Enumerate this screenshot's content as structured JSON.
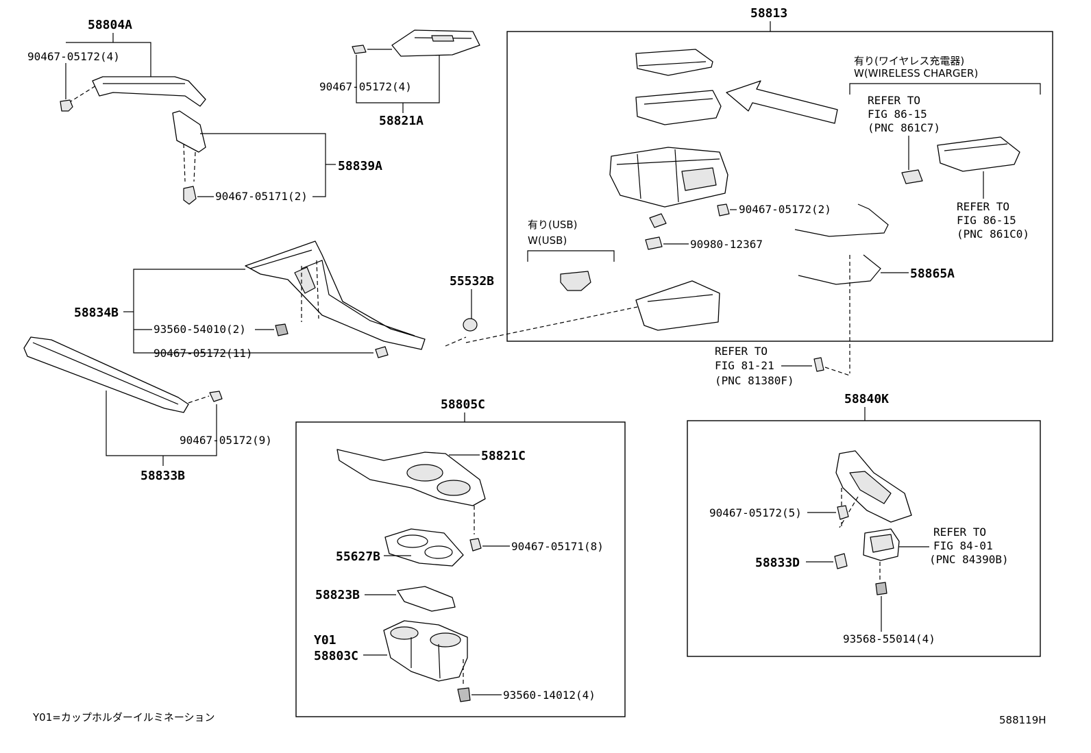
{
  "labels": {
    "p58804A": "58804A",
    "p90467_05172_4a": "90467-05172(4)",
    "p58839A": "58839A",
    "p90467_05171_2": "90467-05171(2)",
    "p90467_05172_4b": "90467-05172(4)",
    "p58821A": "58821A",
    "p58834B": "58834B",
    "p93560_54010_2": "93560-54010(2)",
    "p90467_05172_11": "90467-05172(11)",
    "p55532B": "55532B",
    "p90467_05172_9": "90467-05172(9)",
    "p58833B": "58833B",
    "p58813": "58813",
    "jp_wireless": "有り(ワイヤレス充電器)",
    "en_wireless": "W(WIRELESS CHARGER)",
    "ref_a1": "REFER TO",
    "ref_a2": "FIG 86-15",
    "ref_a3": "(PNC 861C7)",
    "ref_b1": "REFER TO",
    "ref_b2": "FIG 86-15",
    "ref_b3": "(PNC 861C0)",
    "p90467_05172_2": "90467-05172(2)",
    "p90980_12367": "90980-12367",
    "jp_usb": "有り(USB)",
    "en_usb": "W(USB)",
    "p58865A": "58865A",
    "ref_c1": "REFER TO",
    "ref_c2": "FIG 81-21",
    "ref_c3": "(PNC 81380F)",
    "p58805C": "58805C",
    "p58821C": "58821C",
    "p90467_05171_8": "90467-05171(8)",
    "p55627B": "55627B",
    "p58823B": "58823B",
    "pY01": "Y01",
    "p58803C": "58803C",
    "p93560_14012_4": "93560-14012(4)",
    "p58840K": "58840K",
    "p90467_05172_5": "90467-05172(5)",
    "p58833D": "58833D",
    "ref_d1": "REFER TO",
    "ref_d2": "FIG 84-01",
    "ref_d3": "(PNC 84390B)",
    "p93568_55014_4": "93568-55014(4)",
    "footnote": "Y01=カップホルダーイルミネーション",
    "figure_id": "588119H"
  }
}
